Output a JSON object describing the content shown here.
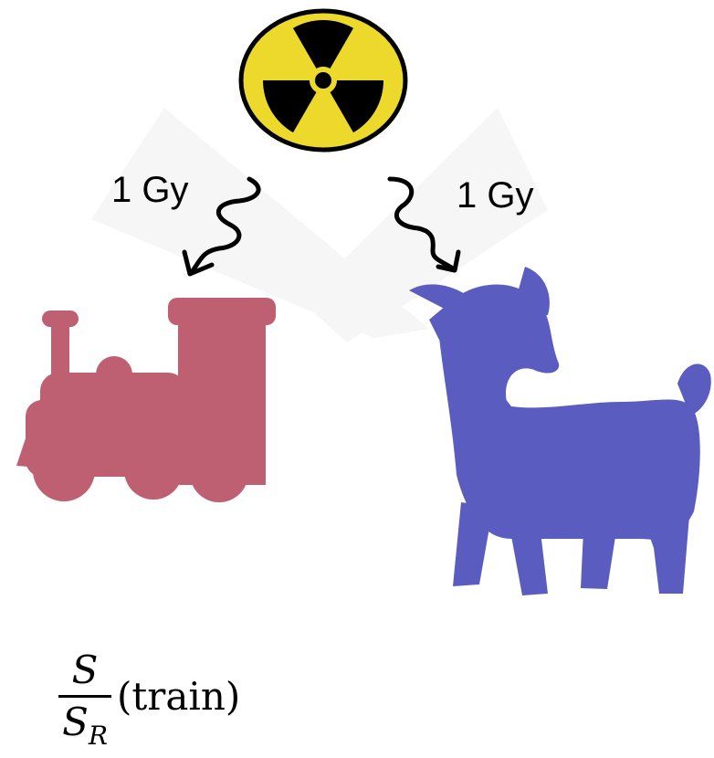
{
  "source": {
    "icon": "radiation-trefoil-icon",
    "fill_color": "#ecd92c",
    "symbol_color": "#000000"
  },
  "beams": {
    "left": {
      "dose_label": "1 Gy"
    },
    "right": {
      "dose_label": "1 Gy"
    }
  },
  "targets": {
    "left": {
      "icon": "train-locomotive-icon",
      "color": "#bf5f72"
    },
    "right": {
      "icon": "fawn-deer-icon",
      "color": "#5a5cc0"
    }
  },
  "formula": {
    "numerator": "S",
    "denominator_base": "S",
    "denominator_subscript": "R",
    "suffix": "(train)"
  }
}
